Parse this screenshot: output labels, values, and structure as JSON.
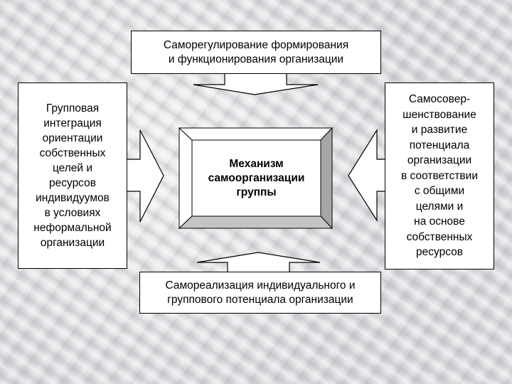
{
  "diagram": {
    "center": {
      "label": "Механизм\nсамоорганизации\nгруппы",
      "bevel_colors": {
        "face": "#ffffff",
        "top": "#ffffff",
        "left": "#ffffff",
        "right": "#a6a6a6",
        "bottom": "#c4c4c4"
      }
    },
    "top": {
      "label": "Саморегулирование формирования\nи функционирования организации"
    },
    "bottom": {
      "label": "Самореализация индивидуального и\nгруппового потенциала организации"
    },
    "left": {
      "label": "Групповая\nинтеграция\nориентации\nсобственных\nцелей и\nресурсов\nиндивидуумов\nв условиях\nнеформальной\nорганизации"
    },
    "right": {
      "label": "Самосовер-\nшенствование\nи развитие\nпотенциала\nорганизации\nв соответствии\nс общими\nцелями и\nна основе\nсобственных\nресурсов"
    },
    "colors": {
      "box_fill": "#ffffff",
      "stroke": "#000000",
      "background": "#d9d9dc"
    }
  }
}
